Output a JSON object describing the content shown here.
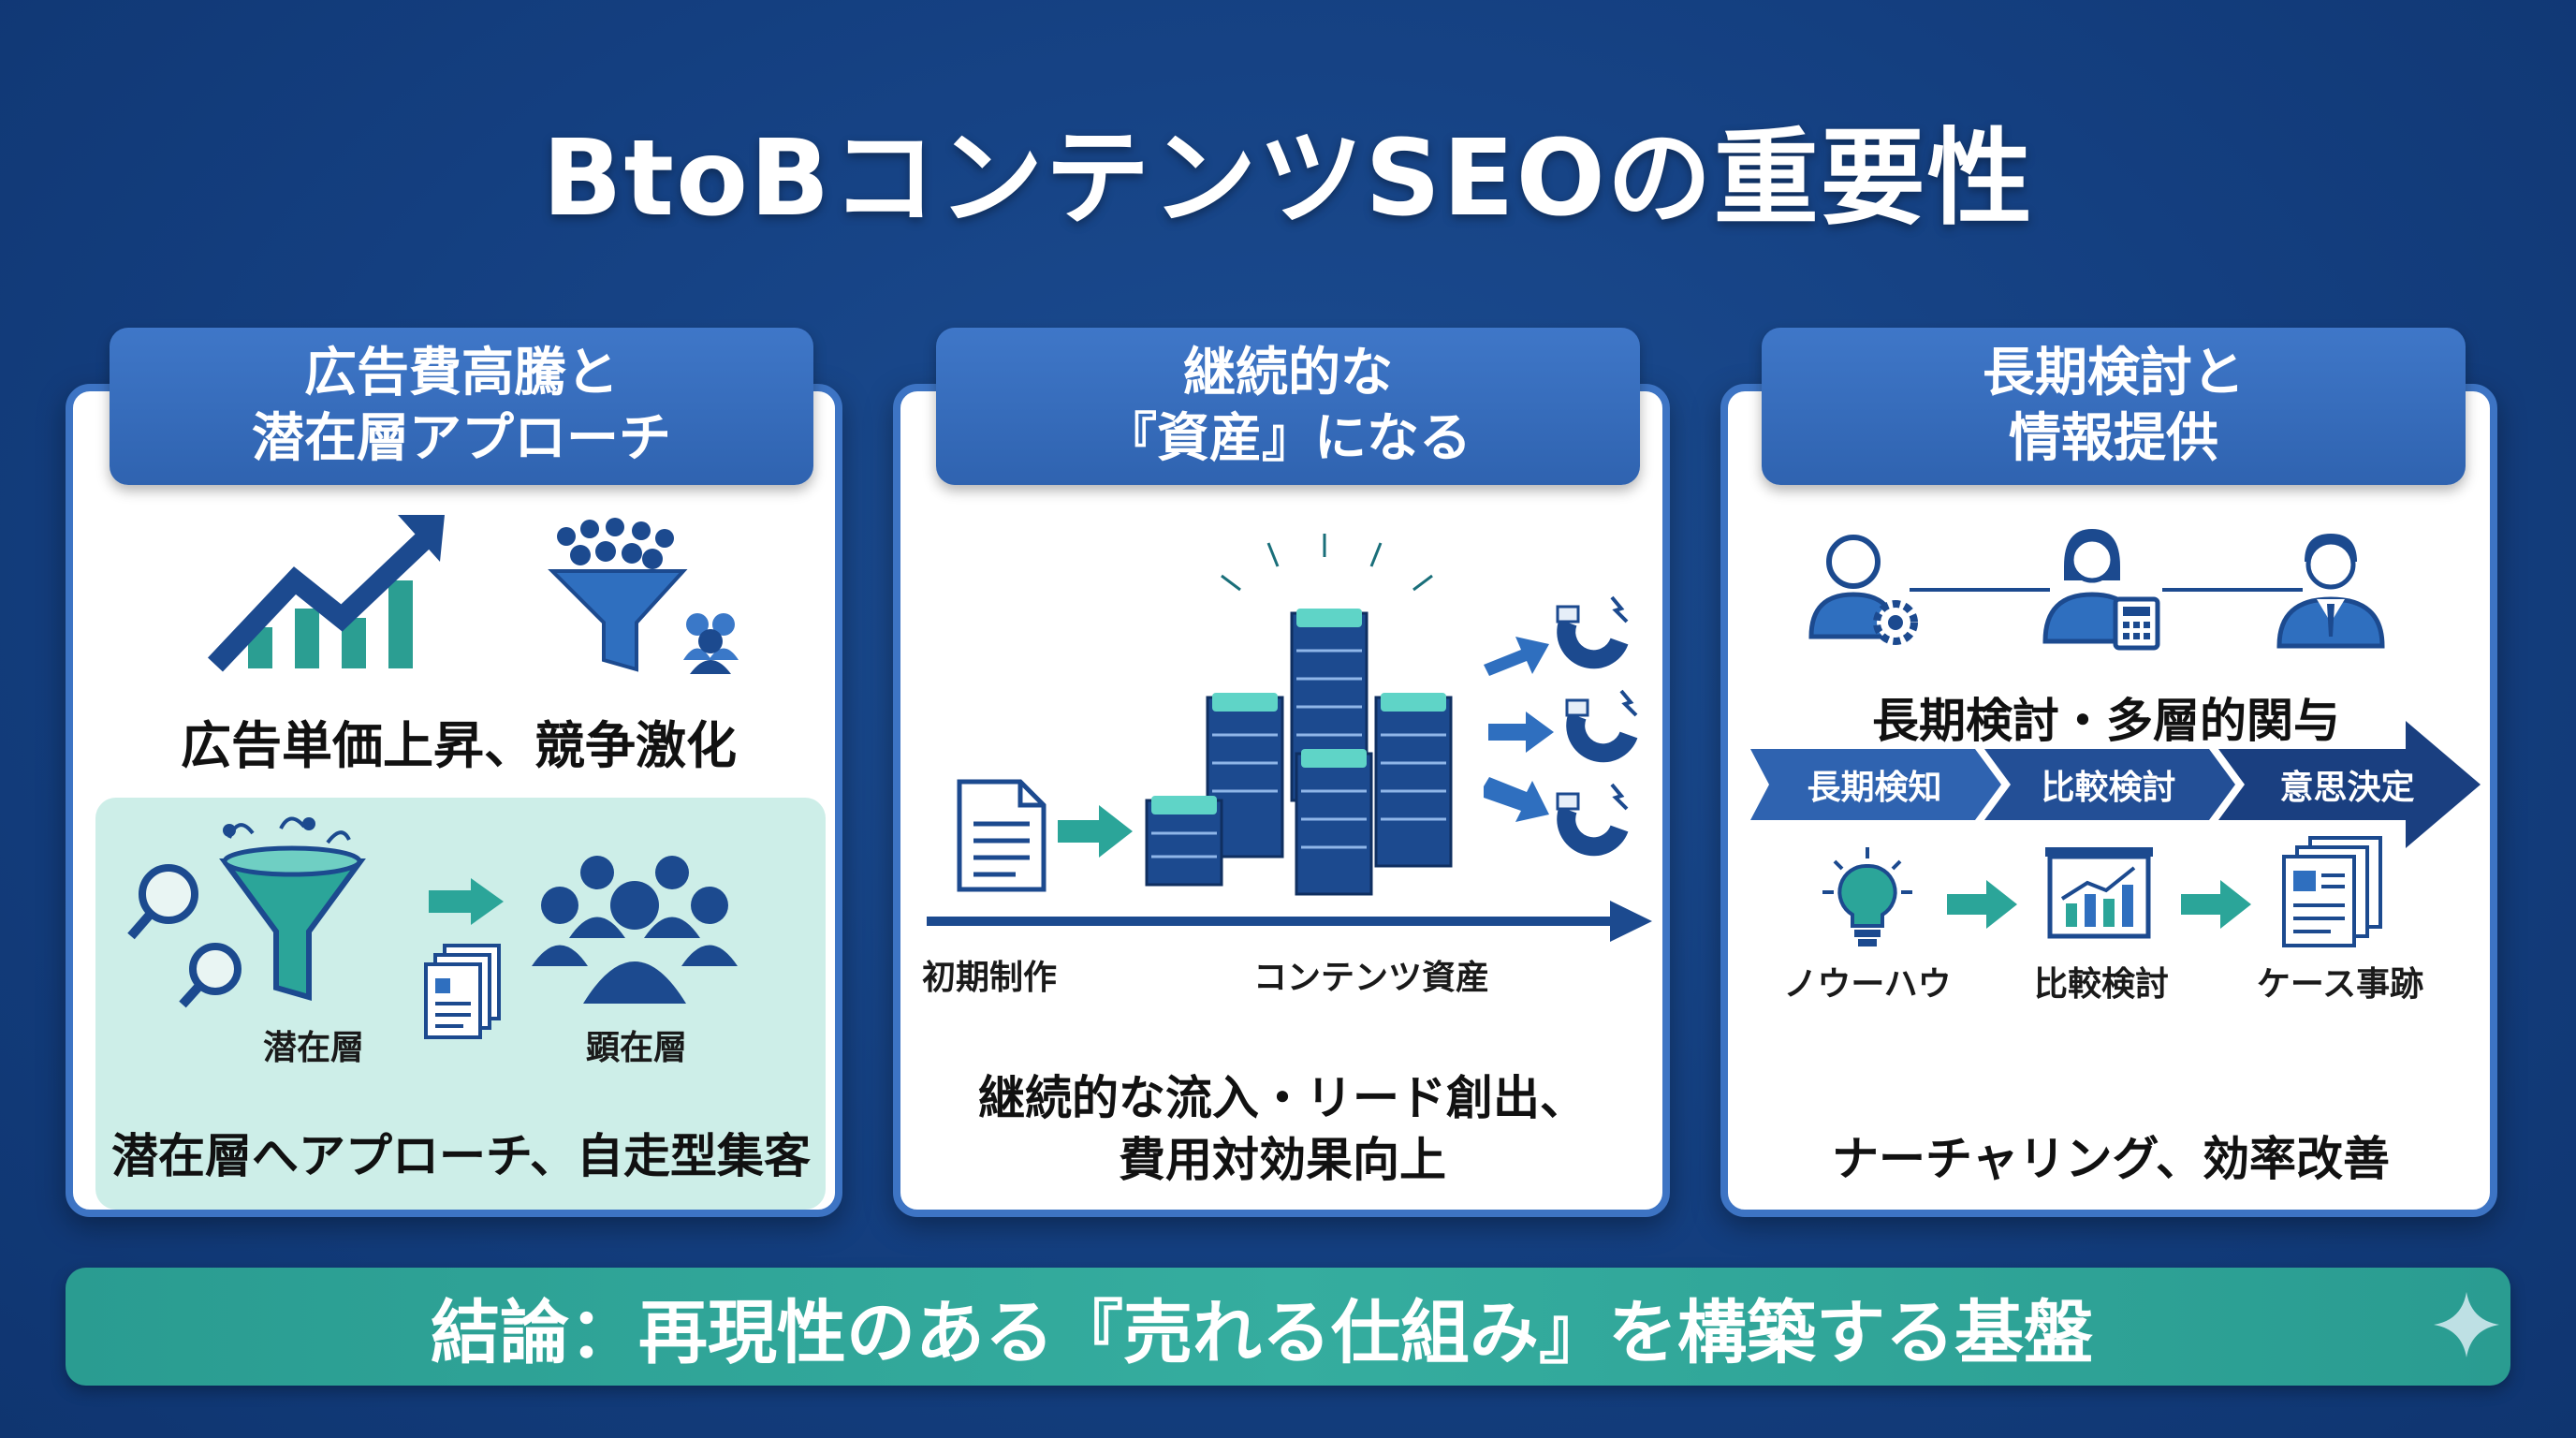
{
  "title": "BtoBコンテンツSEOの重要性",
  "panels": [
    {
      "header_line1": "広告費高騰と",
      "header_line2": "潜在層アプローチ",
      "caption_top": "広告単価上昇、競争激化",
      "label_latent": "潜在層",
      "label_manifest": "顕在層",
      "caption_bottom": "潜在層へアプローチ、自走型集客"
    },
    {
      "header_line1": "継続的な",
      "header_line2": "『資産』になる",
      "axis_start": "初期制作",
      "axis_end": "コンテンツ資産",
      "caption_line1": "継続的な流入・リード創出、",
      "caption_line2": "費用対効果向上"
    },
    {
      "header_line1": "長期検討と",
      "header_line2": "情報提供",
      "subtitle": "長期検討・多層的関与",
      "stages": [
        "長期検知",
        "比較検討",
        "意思決定"
      ],
      "icon_labels": [
        "ノウーハウ",
        "比較検討",
        "ケース事跡"
      ],
      "caption": "ナーチャリング、効率改善"
    }
  ],
  "conclusion": "結論：再現性のある『売れる仕組み』を構築する基盤",
  "colors": {
    "navy": "#143f80",
    "blue": "#2f63b0",
    "teal": "#35ad9f",
    "light_teal": "#cdeee8"
  }
}
